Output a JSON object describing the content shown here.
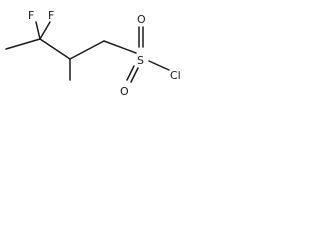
{
  "molecule": {
    "atoms": {
      "fluorine_1": "F",
      "fluorine_2": "F",
      "sulfur": "S",
      "oxygen_top": "O",
      "oxygen_bottom": "O",
      "chlorine": "Cl"
    }
  }
}
